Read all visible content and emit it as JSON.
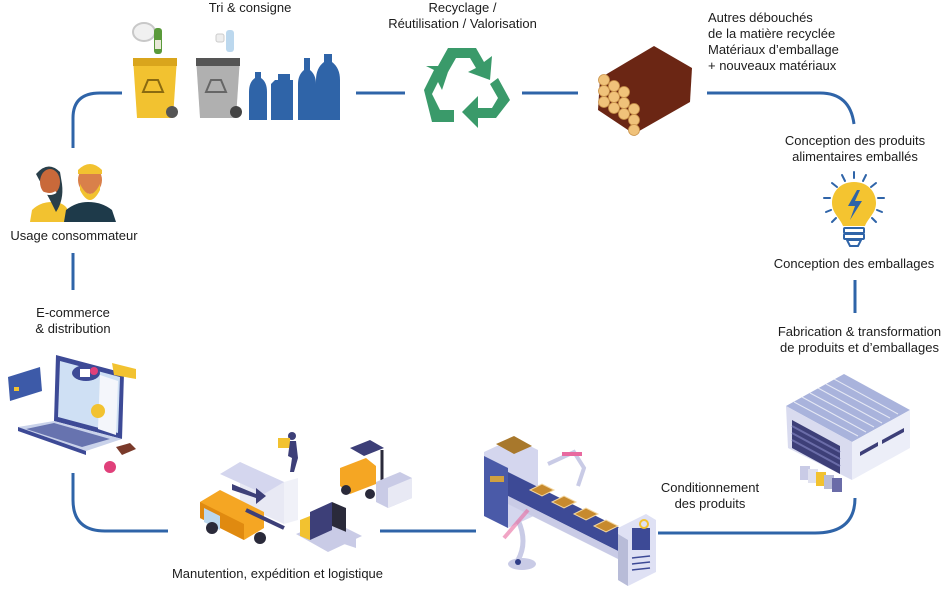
{
  "diagram": {
    "type": "circular-flow",
    "title": "Cycle de vie des emballages",
    "connector_color": "#2f64a8",
    "steps": [
      {
        "id": "tri",
        "label": "Tri & consigne",
        "icon": "recycling-bins-and-bottles-icon"
      },
      {
        "id": "recyclage",
        "label_lines": [
          "Recyclage /",
          "Réutilisation / Valorisation"
        ],
        "icon": "recycle-arrows-icon"
      },
      {
        "id": "debouches",
        "label_lines": [
          "Autres débouchés",
          "de la matière recyclée",
          "Matériaux d’emballage",
          "+ nouveaux matériaux"
        ],
        "icon": "log-pile-icon"
      },
      {
        "id": "conception-produits",
        "label_lines": [
          "Conception des produits",
          "alimentaires emballés"
        ],
        "icon": "lightbulb-icon"
      },
      {
        "id": "conception-emballages",
        "label": "Conception des emballages",
        "icon": "lightbulb-icon"
      },
      {
        "id": "fabrication",
        "label_lines": [
          "Fabrication & transformation",
          "de produits et d’emballages"
        ],
        "icon": "factory-warehouse-icon"
      },
      {
        "id": "conditionnement",
        "label_lines": [
          "Conditionnement",
          "des produits"
        ],
        "icon": "packaging-line-icon"
      },
      {
        "id": "logistique",
        "label": "Manutention, expédition et logistique",
        "icon": "truck-forklift-icon"
      },
      {
        "id": "ecommerce",
        "label_lines": [
          "E-commerce",
          "& distribution"
        ],
        "icon": "laptop-shopping-icon"
      },
      {
        "id": "usage",
        "label": "Usage consommateur",
        "icon": "consumers-icon"
      }
    ]
  },
  "colors": {
    "line": "#2f64a8",
    "recycle_green": "#3a9a6a",
    "bin_yellow": "#f2c230",
    "bin_grey": "#a8a8a8",
    "bottle_blue": "#2f64a8",
    "log_brown": "#6b2614",
    "log_end": "#f0c27a",
    "bulb_yellow": "#f4c430",
    "warehouse": "#c9cbe6"
  }
}
